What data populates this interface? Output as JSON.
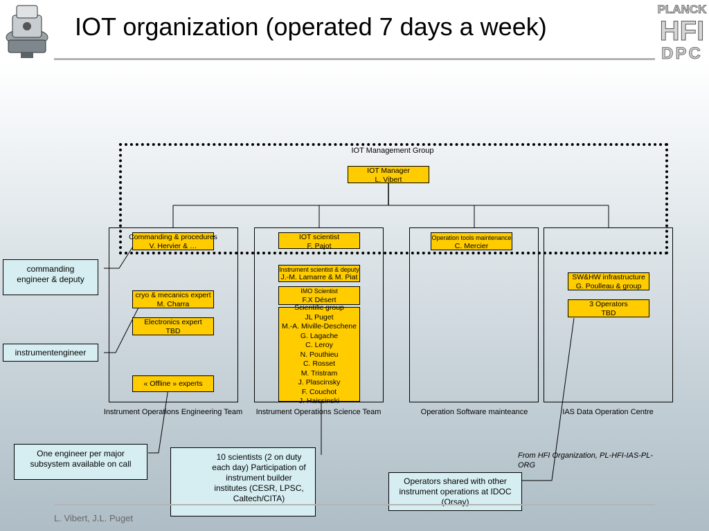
{
  "slide": {
    "title": "IOT organization (operated 7 days a week)",
    "footer": "L. Vibert, J.L. Puget"
  },
  "logo": {
    "line1": "PLANCK",
    "line2": "HFI",
    "line3": "DPC",
    "icon": "planck-hfi-dpc-logo"
  },
  "robot_icon": "satellite-robot-icon",
  "management": {
    "label": "IOT Management Group",
    "manager": {
      "role": "IOT Manager",
      "name": "L. Vibert"
    }
  },
  "columns": [
    {
      "label": "Instrument Operations Engineering Team"
    },
    {
      "label": "Instrument Operations Science Team"
    },
    {
      "label": "Operation Software mainteance"
    },
    {
      "label": "IAS Data Operation Centre"
    }
  ],
  "engineering": {
    "commanding": {
      "role": "Commanding & procedures",
      "name": "V. Hervier & …"
    },
    "cryo": {
      "role": "cryo & mecanics expert",
      "name": "M. Charra"
    },
    "electronics": {
      "role": "Electronics expert",
      "name": "TBD"
    },
    "offline": {
      "role": "« Offline » experts"
    }
  },
  "science": {
    "scientist": {
      "role": "IOT scientist",
      "name": "F. Pajot"
    },
    "deputy": {
      "role": "Instrument scientist & deputy",
      "name": "J.-M. Lamarre & M. Piat"
    },
    "imo": {
      "role": "IMO Scientist",
      "name": "F.X Désert"
    },
    "group": {
      "role": "Scientific group",
      "members": [
        "JL Puget",
        "M.-A. Miville-Deschene",
        "G. Lagache",
        "C. Leroy",
        "N. Pouthieu",
        "C. Rosset",
        "M. Tristram",
        "J. Plascinsky",
        "F. Couchot",
        "J. Haissinski"
      ]
    }
  },
  "software": {
    "role": "Operation tools maintenance",
    "name": "C. Mercier"
  },
  "ias": {
    "infra": {
      "role": "SW&HW infrastructure",
      "name": "G. Poulleau & group"
    },
    "operators": {
      "role": "3 Operators",
      "name": "TBD"
    }
  },
  "callouts": {
    "commanding_engineer": "commanding engineer &  deputy",
    "instrument_engineer": "instrumentengineer",
    "one_engineer": "One engineer per major subsystem available on call",
    "scientists": "10 scientists (2 on duty each day) Participation of instrument builder institutes (CESR, LPSC, Caltech/CITA)",
    "operators_shared": "Operators shared with other instrument operations at IDOC (Orsay)"
  },
  "source_note": "From HFI Organization, PL-HFI-IAS-PL-ORG"
}
